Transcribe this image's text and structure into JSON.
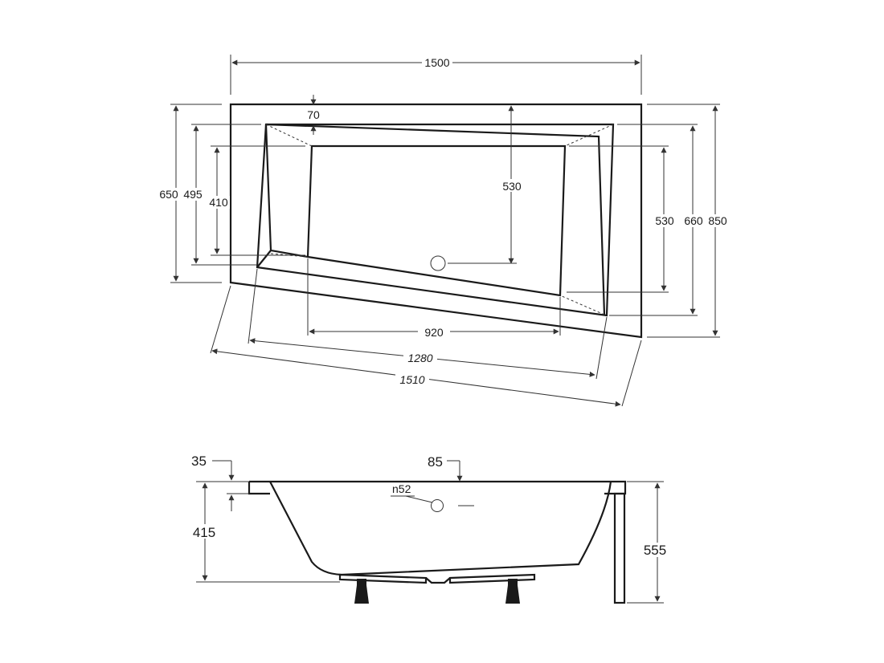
{
  "top_view": {
    "overall_width": "1500",
    "rim_offset": "70",
    "left_height_outer": "650",
    "left_height_mid": "495",
    "left_height_inner": "410",
    "center_depth": "530",
    "right_height_inner": "530",
    "right_height_mid": "660",
    "right_height_outer": "850",
    "bottom_inner": "920",
    "bottom_mid": "1280",
    "bottom_outer": "1510"
  },
  "side_view": {
    "rim_thickness": "35",
    "rim_width": "85",
    "drain": "n52",
    "depth": "415",
    "total_height": "555"
  }
}
